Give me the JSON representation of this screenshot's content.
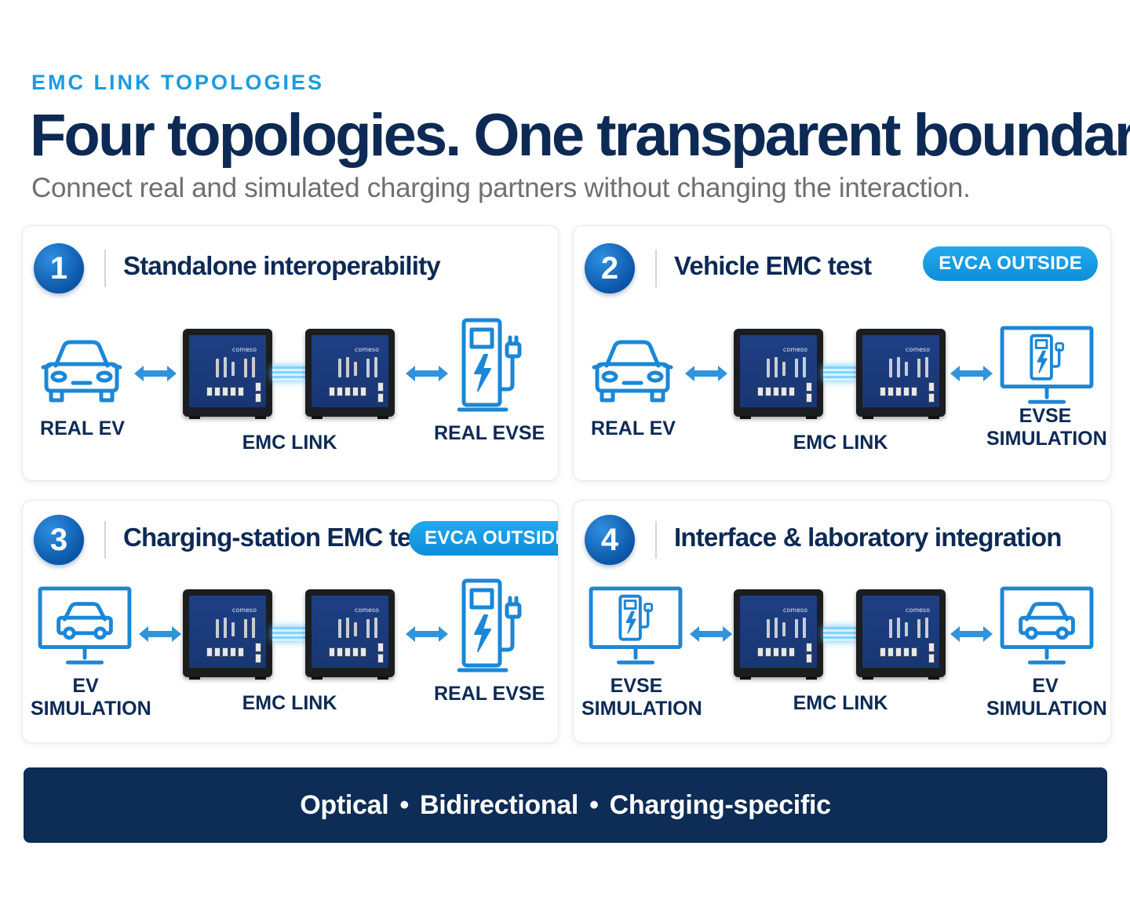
{
  "header": {
    "eyebrow": "EMC LINK TOPOLOGIES",
    "headline": "Four topologies. One transparent boundary.",
    "subhead": "Connect real and simulated charging partners without changing the interaction."
  },
  "colors": {
    "navy": "#0d2a55",
    "accent_blue": "#1a9be0",
    "icon_blue": "#1b87d6",
    "footer_bg": "#0d2c56",
    "device_panel": "#1e3f84"
  },
  "device_brand": "comeso",
  "cards": [
    {
      "number": "1",
      "title": "Standalone interoperability",
      "badge": "",
      "left": {
        "icon": "car-icon",
        "lines": [
          "REAL EV"
        ]
      },
      "center_label": "EMC LINK",
      "right": {
        "icon": "charging-station-icon",
        "lines": [
          "REAL EVSE"
        ]
      }
    },
    {
      "number": "2",
      "title": "Vehicle EMC test",
      "badge": "EVCA OUTSIDE",
      "left": {
        "icon": "car-icon",
        "lines": [
          "REAL EV"
        ]
      },
      "center_label": "EMC LINK",
      "right": {
        "icon": "monitor-charger-icon",
        "lines": [
          "EVSE",
          "SIMULATION"
        ]
      }
    },
    {
      "number": "3",
      "title": "Charging-station EMC test",
      "badge": "EVCA OUTSIDE",
      "left": {
        "icon": "monitor-car-icon",
        "lines": [
          "EV",
          "SIMULATION"
        ]
      },
      "center_label": "EMC LINK",
      "right": {
        "icon": "charging-station-icon",
        "lines": [
          "REAL EVSE"
        ]
      }
    },
    {
      "number": "4",
      "title": "Interface & laboratory integration",
      "badge": "",
      "left": {
        "icon": "monitor-charger-icon",
        "lines": [
          "EVSE",
          "SIMULATION"
        ]
      },
      "center_label": "EMC LINK",
      "right": {
        "icon": "monitor-car-icon",
        "lines": [
          "EV",
          "SIMULATION"
        ]
      }
    }
  ],
  "footer": {
    "items": [
      "Optical",
      "Bidirectional",
      "Charging-specific"
    ],
    "separator": "•"
  }
}
